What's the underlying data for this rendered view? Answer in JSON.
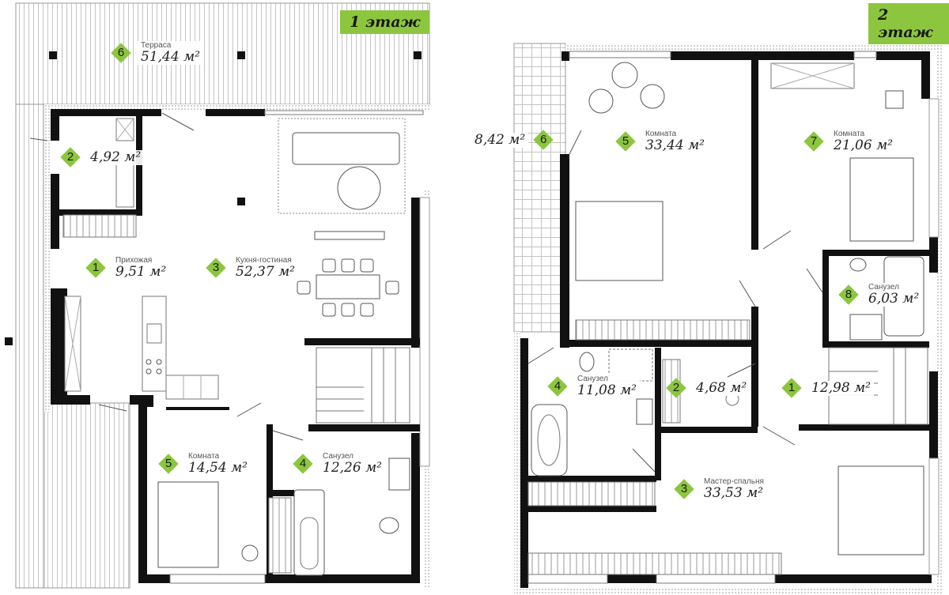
{
  "floors": [
    {
      "badge": "1 этаж",
      "rooms": [
        {
          "num": "6",
          "name": "Терраса",
          "area": "51,44 м²"
        },
        {
          "num": "2",
          "name": "",
          "area": "4,92 м²"
        },
        {
          "num": "1",
          "name": "Прихожая",
          "area": "9,51 м²"
        },
        {
          "num": "3",
          "name": "Кухня-гостиная",
          "area": "52,37 м²"
        },
        {
          "num": "5",
          "name": "Комната",
          "area": "14,54 м²"
        },
        {
          "num": "4",
          "name": "Санузел",
          "area": "12,26 м²"
        }
      ]
    },
    {
      "badge": "2 этаж",
      "rooms": [
        {
          "num": "6",
          "name": "",
          "area": "8,42 м²"
        },
        {
          "num": "5",
          "name": "Комната",
          "area": "33,44 м²"
        },
        {
          "num": "7",
          "name": "Комната",
          "area": "21,06 м²"
        },
        {
          "num": "8",
          "name": "Санузел",
          "area": "6,03 м²"
        },
        {
          "num": "4",
          "name": "Санузел",
          "area": "11,08 м²"
        },
        {
          "num": "2",
          "name": "",
          "area": "4,68 м²"
        },
        {
          "num": "1",
          "name": "",
          "area": "12,98 м²"
        },
        {
          "num": "3",
          "name": "Мастер-спальня",
          "area": "33,53 м²"
        }
      ]
    }
  ],
  "colors": {
    "accent": "#8cc63f",
    "wall": "#111111",
    "hatch": "#bdbdbd"
  }
}
